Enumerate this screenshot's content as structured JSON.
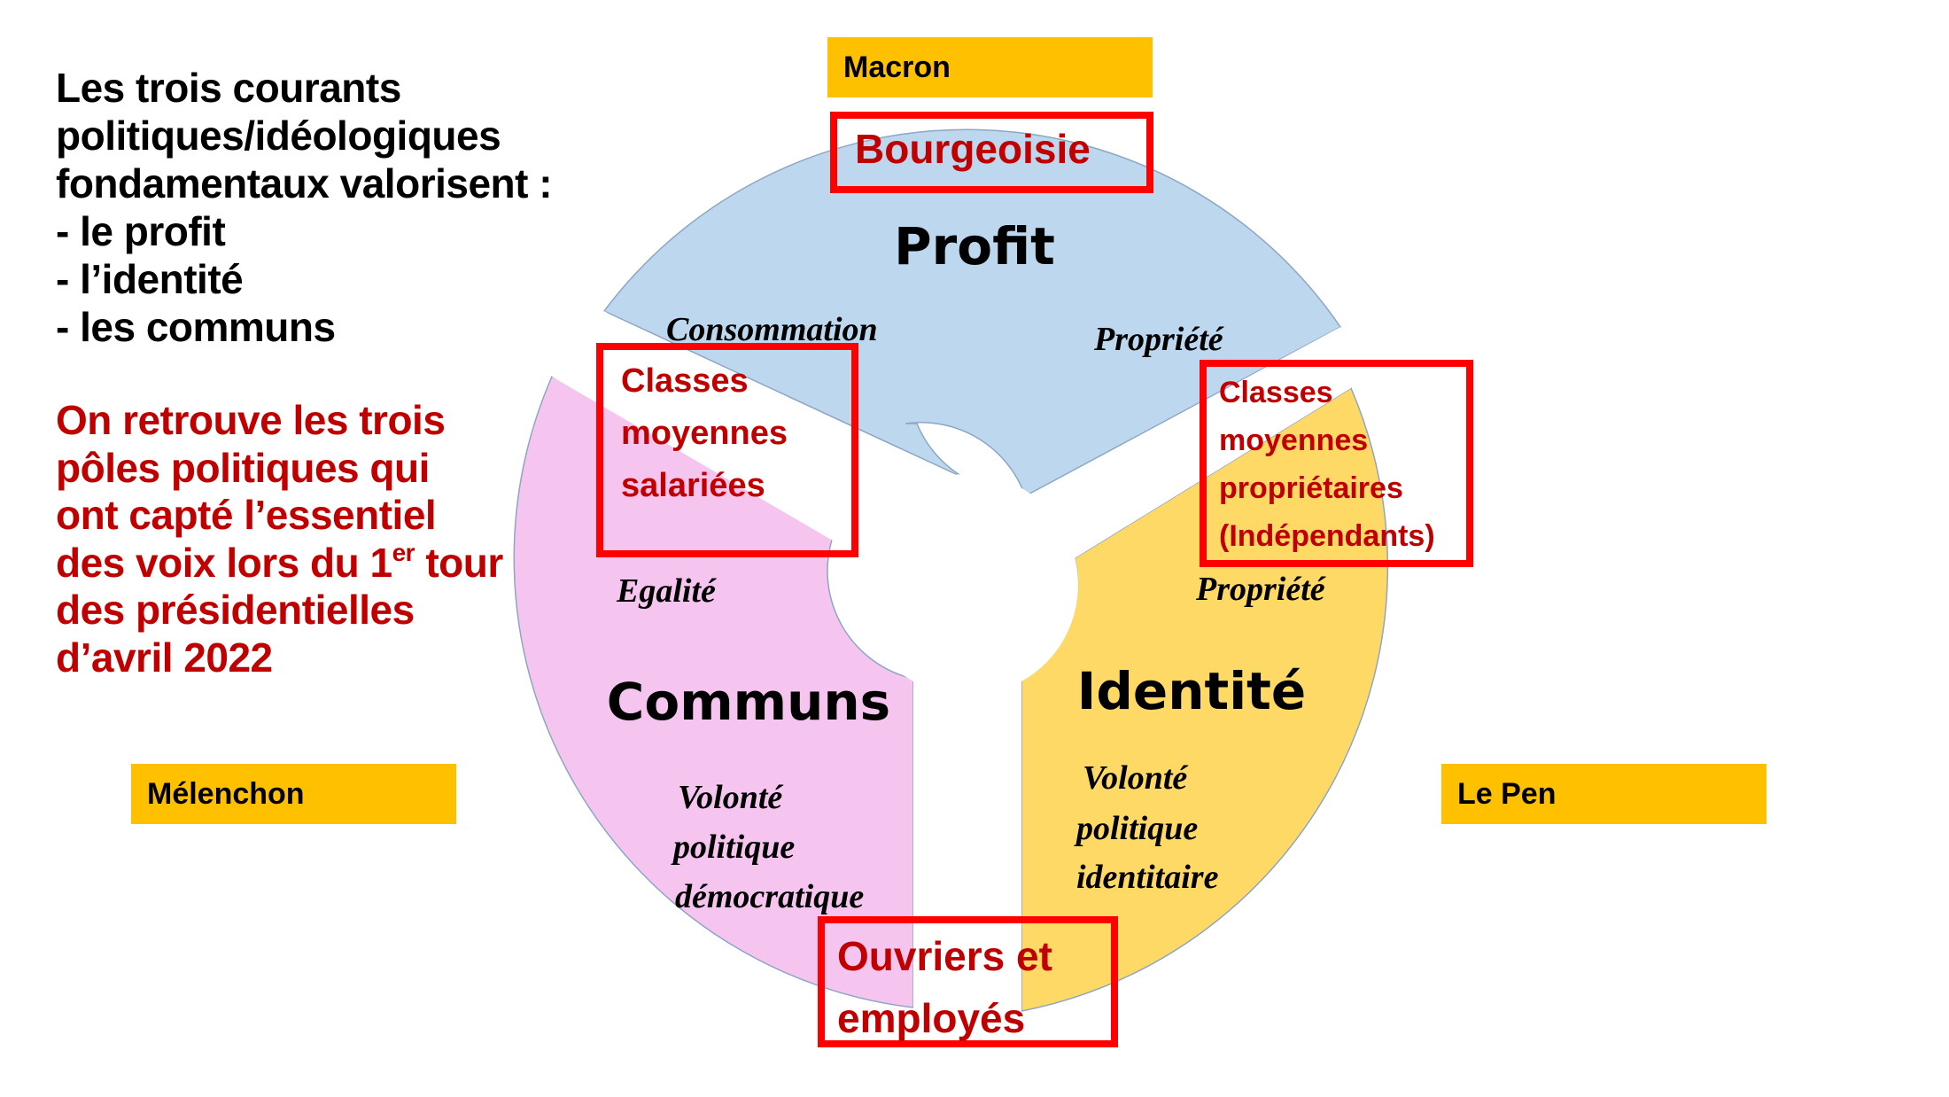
{
  "intro": {
    "lines": [
      "Les trois courants",
      "politiques/idéologiques",
      "fondamentaux valorisent :",
      "- le profit",
      "- l’identité",
      "- les communs"
    ]
  },
  "highlight": {
    "line1": "On retrouve les trois",
    "line2": "pôles politiques qui",
    "line3": "ont capté l’essentiel",
    "line4_pre": "des voix lors du 1",
    "line4_sup": "er",
    "line4_post": " tour",
    "line5": "des présidentielles",
    "line6": "d’avril 2022"
  },
  "candidates": {
    "top": "Macron",
    "left": "Mélenchon",
    "right": "Le Pen"
  },
  "classes": {
    "bourgeoisie": "Bourgeoisie",
    "salaried": [
      "Classes",
      "moyennes",
      "salariées"
    ],
    "owners": [
      "Classes",
      "moyennes",
      "propriétaires",
      "(Indépendants)"
    ],
    "workers": [
      "Ouvriers et",
      "employés"
    ]
  },
  "wheel": {
    "segments": [
      {
        "name": "Profit",
        "color": "#bdd7ee"
      },
      {
        "name": "Identité",
        "color": "#ffd966"
      },
      {
        "name": "Communs",
        "color": "#f6c5ef"
      }
    ],
    "values": {
      "consommation": "Consommation",
      "propriete_top": "Propriété",
      "egalite": "Egalité",
      "propriete_right": "Propriété",
      "volonte_identitaire": [
        "Volonté",
        "politique",
        "identitaire"
      ],
      "volonte_democratique": [
        "Volonté",
        "politique",
        "démocratique"
      ]
    }
  }
}
